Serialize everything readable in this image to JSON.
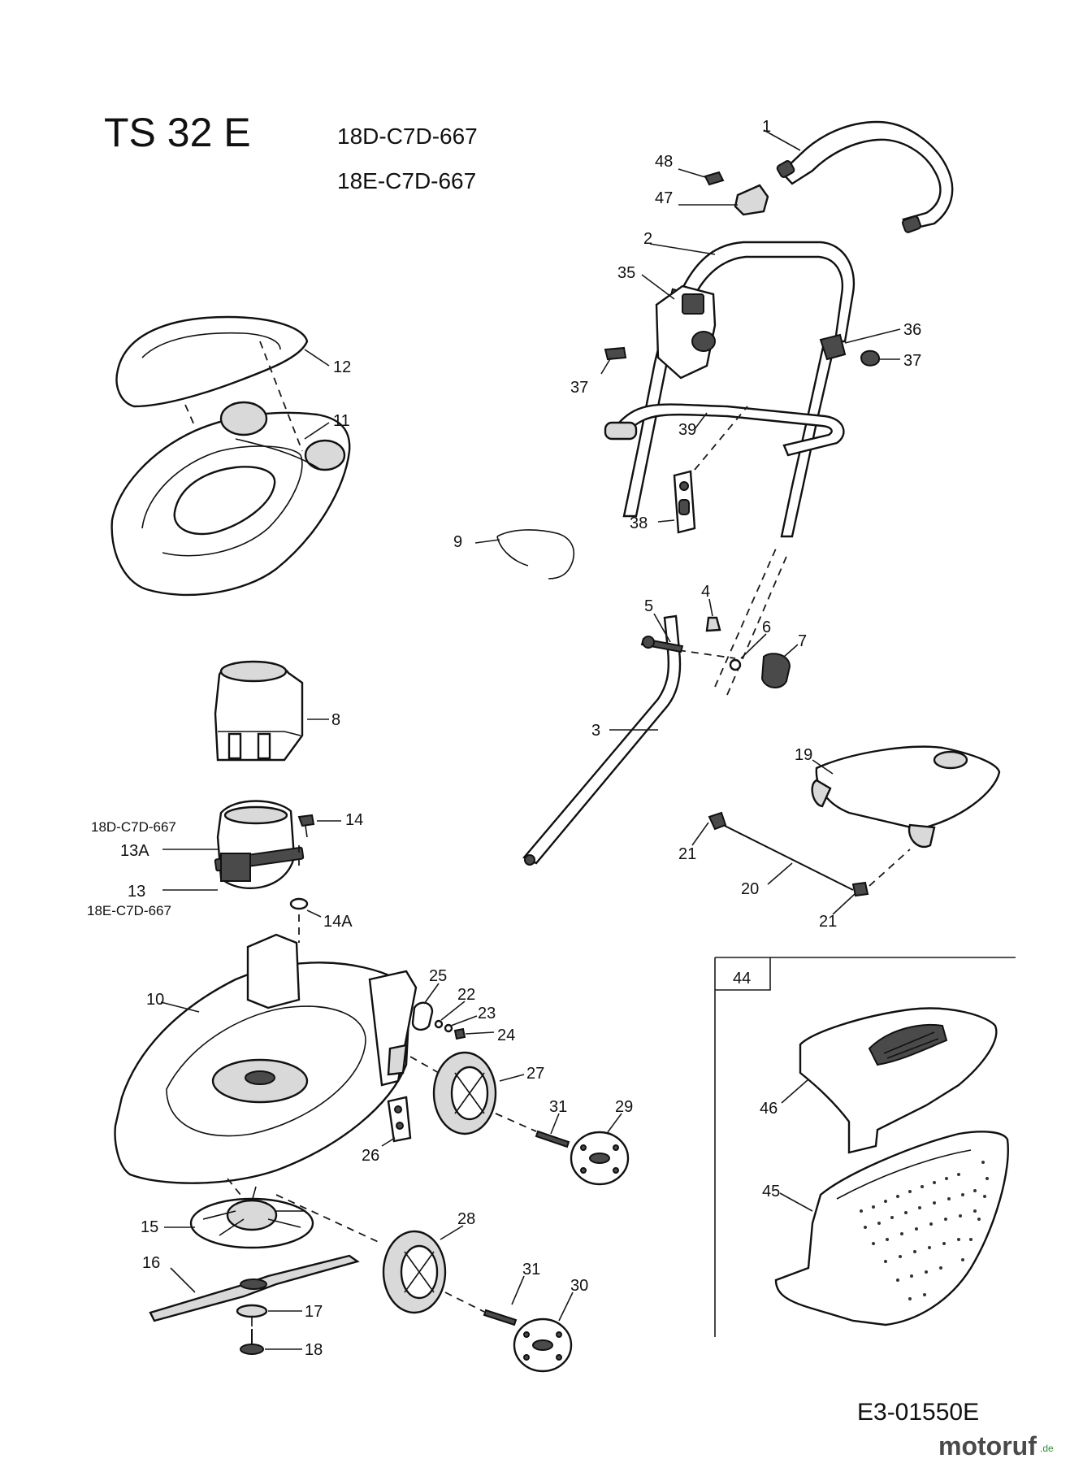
{
  "header": {
    "model": "TS 32 E",
    "variant_1": "18D-C7D-667",
    "variant_2": "18E-C7D-667"
  },
  "footer": {
    "drawing_number": "E3-01550E",
    "watermark": "motoruf",
    "watermark_suffix": ".de"
  },
  "callouts": {
    "p1": "1",
    "p2": "2",
    "p3": "3",
    "p4": "4",
    "p5": "5",
    "p6": "6",
    "p7": "7",
    "p8": "8",
    "p9": "9",
    "p10": "10",
    "p11": "11",
    "p12": "12",
    "p13": "13",
    "p13a": "13A",
    "p14": "14",
    "p14a": "14A",
    "p15": "15",
    "p16": "16",
    "p17": "17",
    "p18": "18",
    "p19": "19",
    "p20": "20",
    "p21a": "21",
    "p21b": "21",
    "p22": "22",
    "p23": "23",
    "p24": "24",
    "p25": "25",
    "p26": "26",
    "p27": "27",
    "p28": "28",
    "p29": "29",
    "p30": "30",
    "p31a": "31",
    "p31b": "31",
    "p35": "35",
    "p36": "36",
    "p37a": "37",
    "p37b": "37",
    "p38": "38",
    "p39": "39",
    "p44": "44",
    "p45": "45",
    "p46": "46",
    "p47": "47",
    "p48": "48"
  },
  "motor_variants": {
    "top": "18D-C7D-667",
    "bottom": "18E-C7D-667"
  }
}
